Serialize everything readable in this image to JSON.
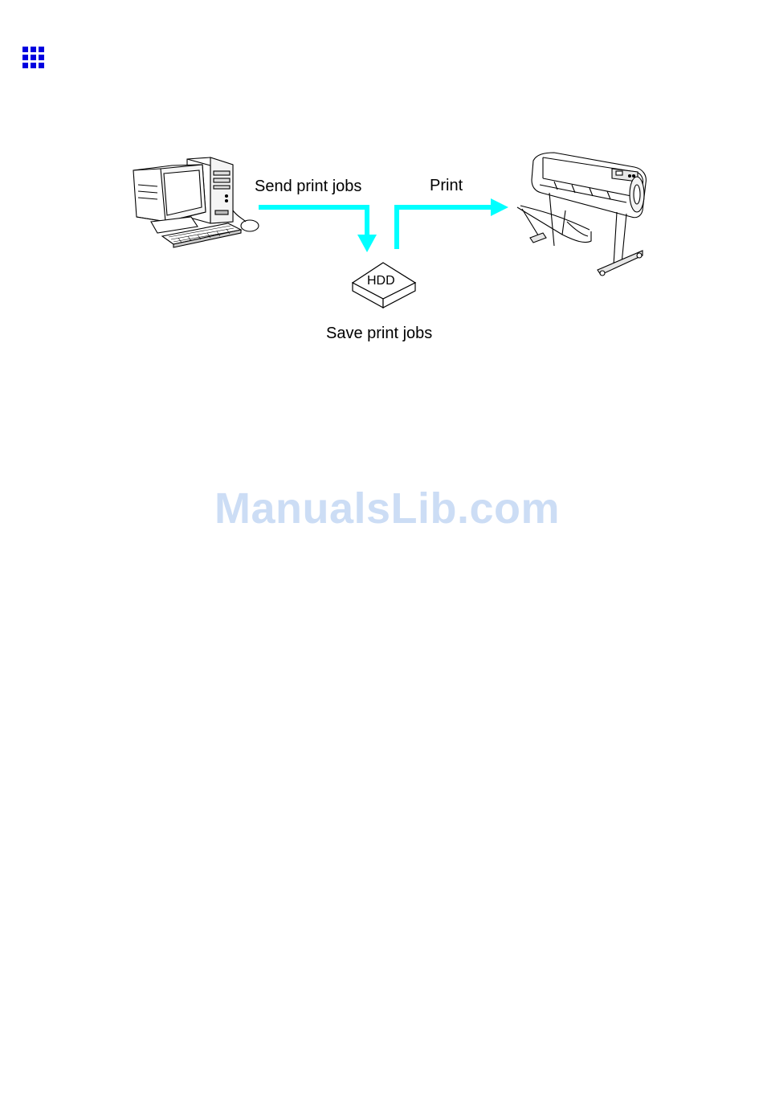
{
  "page": {
    "section_icon": "grid-3x3-icon"
  },
  "diagram": {
    "send_label": "Send print jobs",
    "print_label": "Print",
    "hdd_label": "HDD",
    "save_label": "Save print jobs",
    "arrow_color": "#00ffff",
    "icon_color": "#0000e0",
    "nodes": [
      "computer-icon",
      "hdd-icon",
      "printer-icon"
    ]
  },
  "watermark": {
    "text": "ManualsLib.com"
  }
}
